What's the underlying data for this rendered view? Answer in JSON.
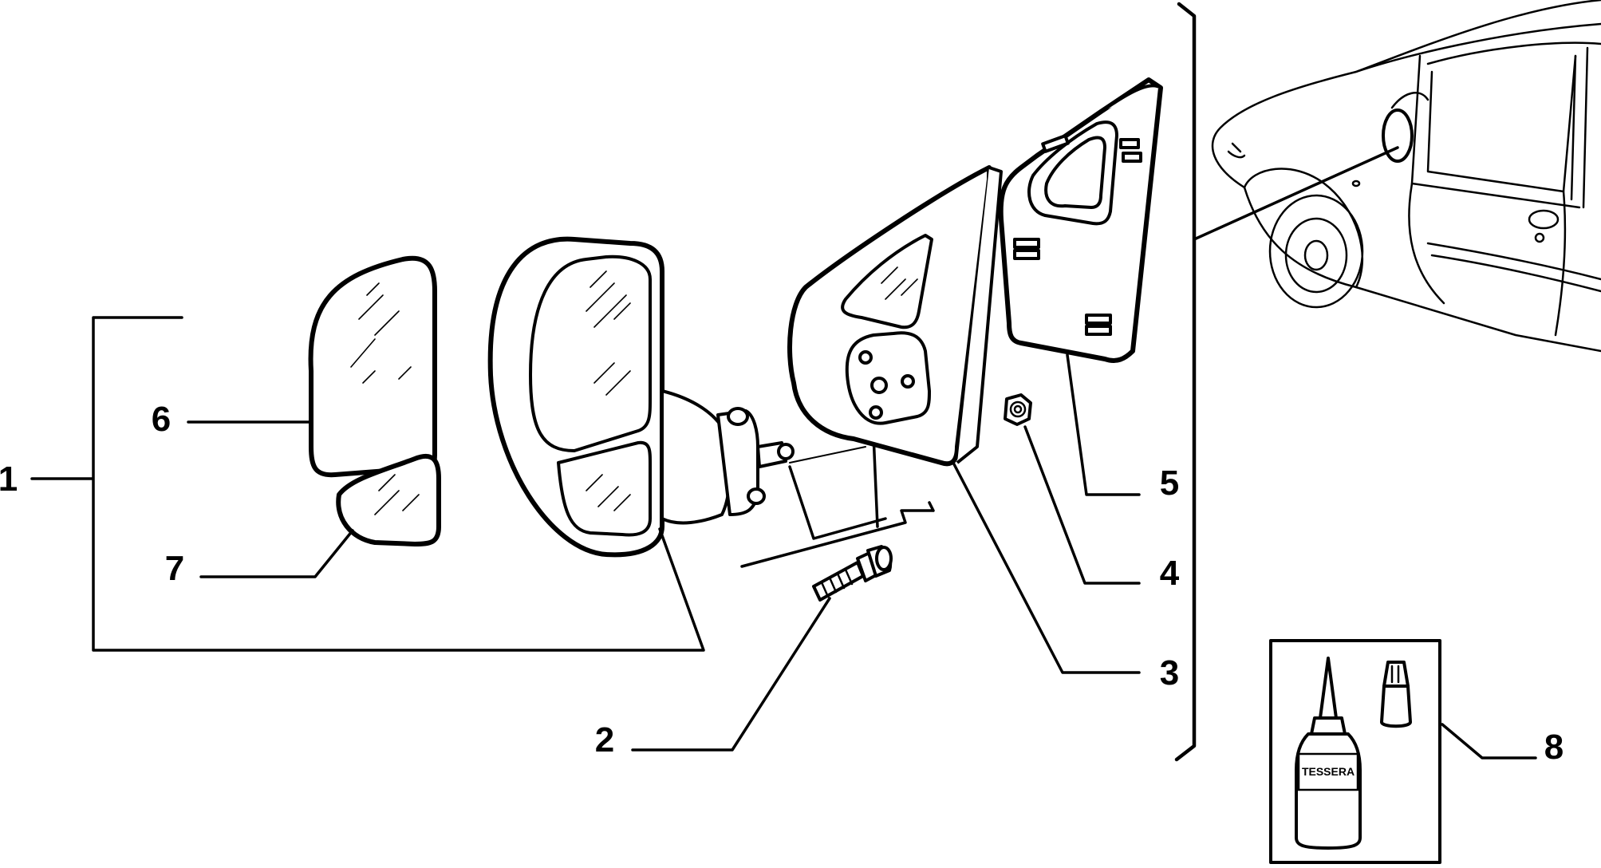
{
  "diagram": {
    "callouts": [
      {
        "id": "1",
        "label": "1"
      },
      {
        "id": "2",
        "label": "2"
      },
      {
        "id": "3",
        "label": "3"
      },
      {
        "id": "4",
        "label": "4"
      },
      {
        "id": "5",
        "label": "5"
      },
      {
        "id": "6",
        "label": "6"
      },
      {
        "id": "7",
        "label": "7"
      },
      {
        "id": "8",
        "label": "8"
      }
    ],
    "adhesive_label": "TESSERA"
  }
}
